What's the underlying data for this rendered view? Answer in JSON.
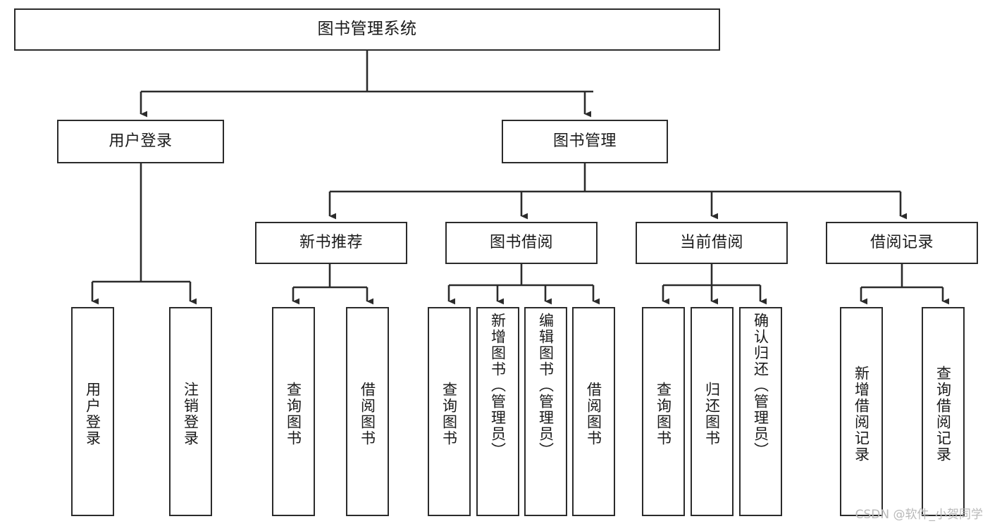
{
  "diagram": {
    "title": "图书管理系统",
    "type": "functional-structure-tree",
    "root": {
      "id": "root",
      "label": "图书管理系统"
    },
    "level2": [
      {
        "id": "user-login",
        "label": "用户登录"
      },
      {
        "id": "book-manage",
        "label": "图书管理"
      }
    ],
    "level3": [
      {
        "id": "new-book-recommend",
        "label": "新书推荐"
      },
      {
        "id": "book-borrow",
        "label": "图书借阅"
      },
      {
        "id": "current-borrow",
        "label": "当前借阅"
      },
      {
        "id": "borrow-record",
        "label": "借阅记录"
      }
    ],
    "leaves": {
      "user_login": [
        {
          "id": "leaf-user-login",
          "label": "用户登录"
        },
        {
          "id": "leaf-user-logout",
          "label": "注销登录"
        }
      ],
      "new_book_recommend": [
        {
          "id": "leaf-query-book-1",
          "label": "查询图书"
        },
        {
          "id": "leaf-borrow-book-1",
          "label": "借阅图书"
        }
      ],
      "book_borrow": [
        {
          "id": "leaf-query-book-2",
          "label": "查询图书"
        },
        {
          "id": "leaf-add-book",
          "label": "新增图书（管理员）"
        },
        {
          "id": "leaf-edit-book",
          "label": "编辑图书（管理员）"
        },
        {
          "id": "leaf-borrow-book-2",
          "label": "借阅图书"
        }
      ],
      "current_borrow": [
        {
          "id": "leaf-query-book-3",
          "label": "查询图书"
        },
        {
          "id": "leaf-return-book",
          "label": "归还图书"
        },
        {
          "id": "leaf-confirm-return",
          "label": "确认归还（管理员）"
        }
      ],
      "borrow_record": [
        {
          "id": "leaf-add-record",
          "label": "新增借阅记录"
        },
        {
          "id": "leaf-query-record",
          "label": "查询借阅记录"
        }
      ]
    }
  },
  "watermark": {
    "text": "CSDN @软件_小贺同学"
  },
  "colors": {
    "stroke": "#2b2b2b",
    "background": "#ffffff",
    "text": "#1a1a1a",
    "watermark": "#b9b9b9"
  }
}
